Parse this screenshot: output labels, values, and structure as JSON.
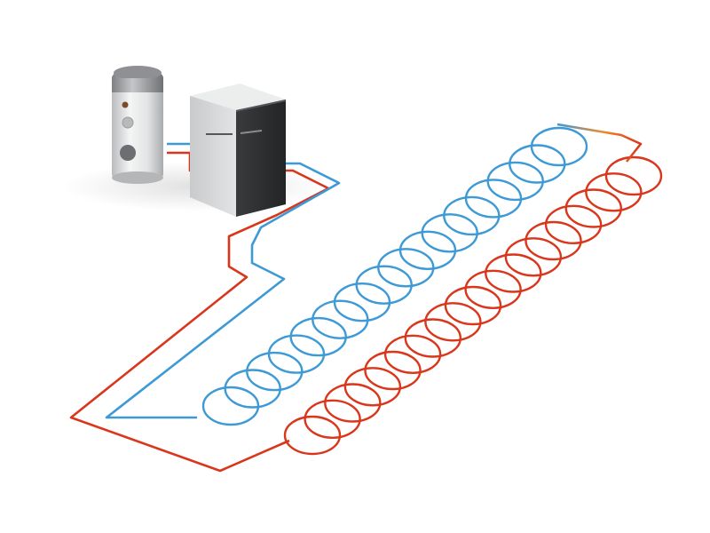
{
  "scene": {
    "subject": "ground-source-heat-pump-system",
    "colors": {
      "background": "#ffffff",
      "cold_loop": "#3d9ad6",
      "hot_loop": "#d9361b",
      "transition": "#f08a2c",
      "tank_body": "#e6e7e8",
      "heat_pump_body": "#d2d3d4",
      "heat_pump_panel": "#2f3032"
    },
    "components": {
      "tank": {
        "label_visible": false
      },
      "heat_pump": {
        "label_visible": false
      }
    },
    "coils": {
      "cold_count": 16,
      "hot_count": 17
    }
  }
}
